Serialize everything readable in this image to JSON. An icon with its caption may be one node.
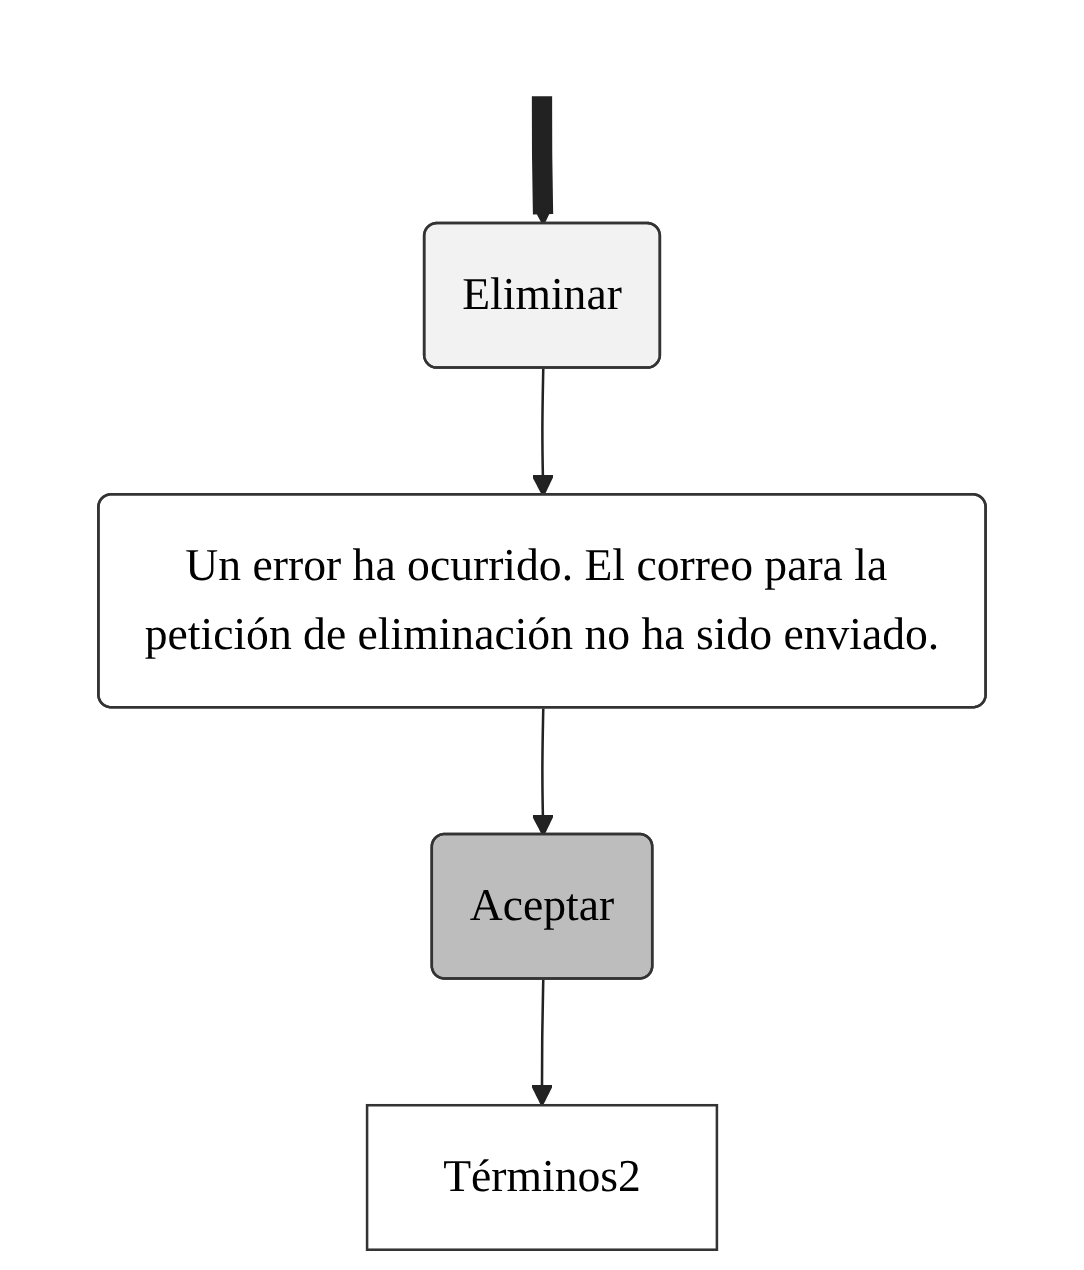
{
  "diagram": {
    "nodes": [
      {
        "text": [
          "Eliminar"
        ]
      },
      {
        "text": [
          "Un error ha ocurrido. El correo para la petición de eliminación no ha sido enviado."
        ]
      },
      {
        "text": [
          "Aceptar"
        ]
      },
      {
        "text": [
          "Términos2"
        ]
      }
    ],
    "edges": [
      {
        "from": null,
        "to": 0,
        "arrow": "to",
        "style": "thick"
      },
      {
        "from": 0,
        "to": 1,
        "arrow": "to"
      },
      {
        "from": 1,
        "to": 2,
        "arrow": "to"
      },
      {
        "from": 2,
        "to": 3,
        "arrow": "to"
      }
    ]
  }
}
